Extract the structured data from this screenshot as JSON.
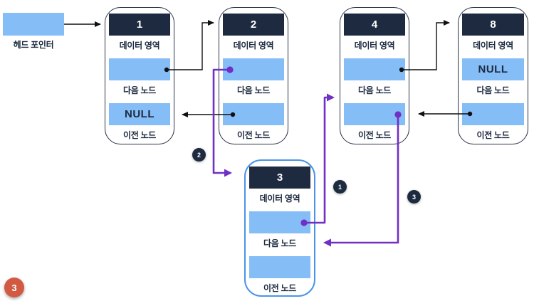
{
  "head_pointer": {
    "label": "헤드 포인터"
  },
  "labels": {
    "data_area": "데이터 영역",
    "next_node": "다음 노드",
    "prev_node": "이전 노드"
  },
  "nodes": [
    {
      "value": "1",
      "next": "",
      "prev": "NULL"
    },
    {
      "value": "2",
      "next": "",
      "prev": ""
    },
    {
      "value": "4",
      "next": "",
      "prev": ""
    },
    {
      "value": "8",
      "next": "NULL",
      "prev": ""
    },
    {
      "value": "3",
      "next": "",
      "prev": ""
    }
  ],
  "step_badges": {
    "step1": "1",
    "step2": "2",
    "step3": "3"
  },
  "page_badge": "3",
  "colors": {
    "navy": "#1D2A3F",
    "light_blue": "#85BDF7",
    "purple": "#7130C4",
    "node_border": "#2A3447",
    "inserted_node_border": "#4A94E8",
    "page_badge_red": "#D25A43"
  }
}
